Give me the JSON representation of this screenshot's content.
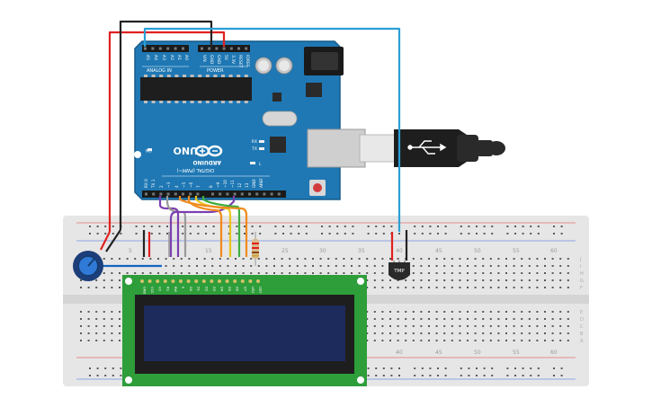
{
  "arduino": {
    "brand": "ARDUINO",
    "model": "UNO",
    "analog_header_label": "ANALOG IN",
    "power_header_label": "POWER",
    "digital_header_label": "DIGITAL (PWM~)",
    "analog_pins": [
      "A5",
      "A4",
      "A3",
      "A2",
      "A1",
      "A0"
    ],
    "power_pins": [
      "VIN",
      "GND",
      "GND",
      "5V",
      "3.3V",
      "RESET",
      "IOREF"
    ],
    "digital_pins": [
      "RX 0",
      "TX 1",
      "2",
      "~3",
      "4",
      "~5",
      "~6",
      "7",
      "8",
      "~9",
      "~10",
      "~11",
      "12",
      "13",
      "GND",
      "AREF"
    ],
    "led_labels": [
      "RX",
      "TX",
      "L"
    ],
    "on_label": "ON",
    "colors": {
      "board": "#1f78b4",
      "board_dark": "#155a8a",
      "silk": "#ffffff"
    }
  },
  "breadboard": {
    "column_numbers_top": [
      "5",
      "15",
      "25",
      "30",
      "35",
      "40",
      "45",
      "50",
      "55",
      "60"
    ],
    "column_numbers_bottom": [
      "40",
      "45",
      "50",
      "55",
      "60"
    ],
    "row_letters_top": [
      "J",
      "I",
      "H",
      "G",
      "F"
    ],
    "row_letters_bottom": [
      "E",
      "D",
      "C",
      "B",
      "A"
    ],
    "color": "#e6e6e6"
  },
  "temperature_sensor": {
    "label": "TMP"
  },
  "lcd": {
    "pins": [
      "GND",
      "VCC",
      "V0",
      "RS",
      "RW",
      "E",
      "D0",
      "D1",
      "D2",
      "D3",
      "D4",
      "D5",
      "D6",
      "D7",
      "LED",
      "LED"
    ]
  },
  "wires": {
    "colors": {
      "red": "#e02020",
      "black": "#222222",
      "cyan": "#2a9fd6",
      "purple": "#7b3fb0",
      "grey": "#9a9a9a",
      "orange": "#f08a1c",
      "yellow": "#e8c31c",
      "green": "#3fae3f",
      "blue": "#1565c0"
    }
  }
}
